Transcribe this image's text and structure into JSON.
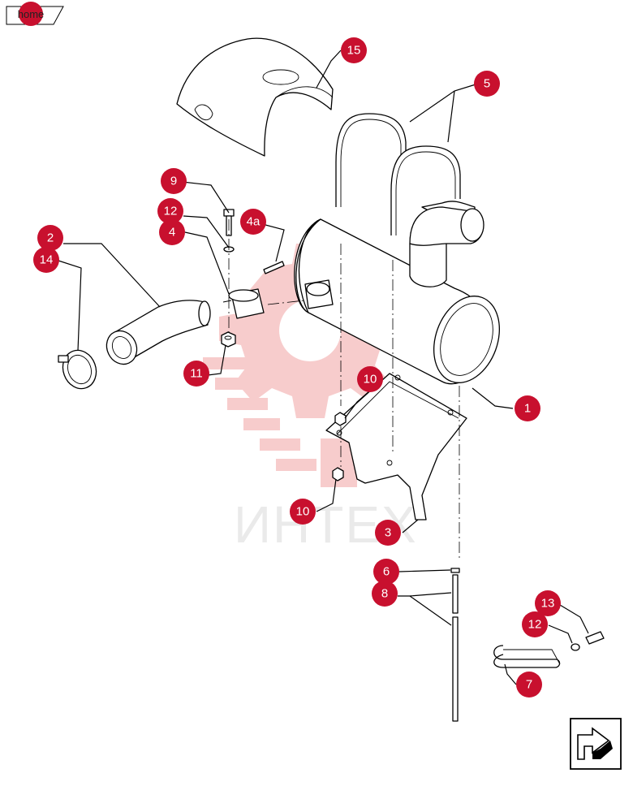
{
  "home_tab": {
    "label": "home",
    "color": "#c8102e"
  },
  "watermark": {
    "text": "ИНТЕХ",
    "color": "#f2a3a3"
  },
  "callout_color": "#c8102e",
  "callouts": {
    "c1": "1",
    "c2": "2",
    "c3": "3",
    "c4": "4",
    "c4a": "4a",
    "c5": "5",
    "c6": "6",
    "c7": "7",
    "c8": "8",
    "c9": "9",
    "c10a": "10",
    "c10b": "10",
    "c11": "11",
    "c12a": "12",
    "c12b": "12",
    "c13": "13",
    "c14": "14",
    "c15": "15"
  },
  "nav": {
    "next_icon": "next-page-arrow-icon"
  }
}
